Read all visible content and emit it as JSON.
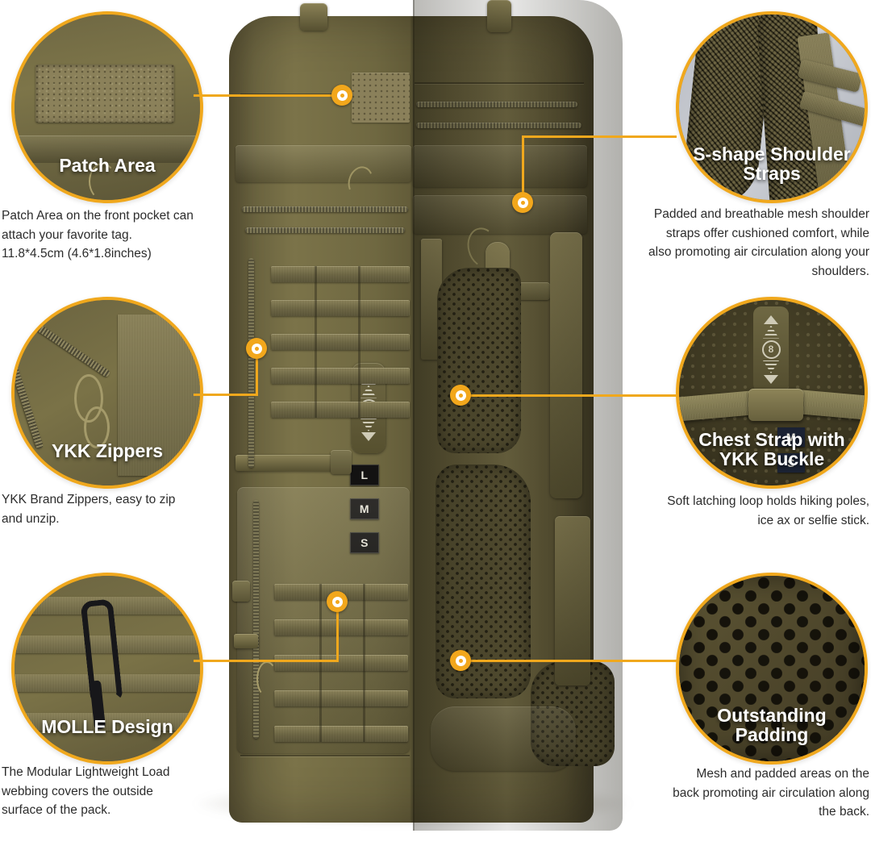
{
  "page": {
    "title": "Tactical Backpack Feature Infographic",
    "accent_color": "#f0a81d",
    "marker_color": "#f2a71c",
    "text_color": "#2c2c2c",
    "background_color": "#ffffff"
  },
  "features": [
    {
      "id": "patch-area",
      "title": "Patch Area",
      "description": "Patch Area on the front pocket can attach your favorite tag. 11.8*4.5cm (4.6*1.8inches)",
      "side": "left"
    },
    {
      "id": "ykk-zippers",
      "title": "YKK Zippers",
      "description": "YKK Brand Zippers, easy to zip and unzip.",
      "side": "left"
    },
    {
      "id": "molle-design",
      "title": "MOLLE Design",
      "description": "The Modular Lightweight Load webbing covers the outside surface of the pack.",
      "side": "left"
    },
    {
      "id": "shoulder-straps",
      "title": "S-shape Shoulder Straps",
      "description": "Padded and breathable mesh shoulder straps offer cushioned comfort, while also promoting air circulation along your shoulders.",
      "side": "right"
    },
    {
      "id": "chest-strap",
      "title": "Chest Strap with YKK Buckle",
      "description": "Soft latching loop holds hiking poles, ice ax or selfie stick.",
      "side": "right"
    },
    {
      "id": "outstanding-padding",
      "title": "Outstanding Padding",
      "description": "Mesh and padded areas on the back promoting air circulation along the back.",
      "side": "right"
    }
  ],
  "product": {
    "size_tabs": [
      "L",
      "M",
      "S"
    ],
    "adjustment_label": "8"
  }
}
